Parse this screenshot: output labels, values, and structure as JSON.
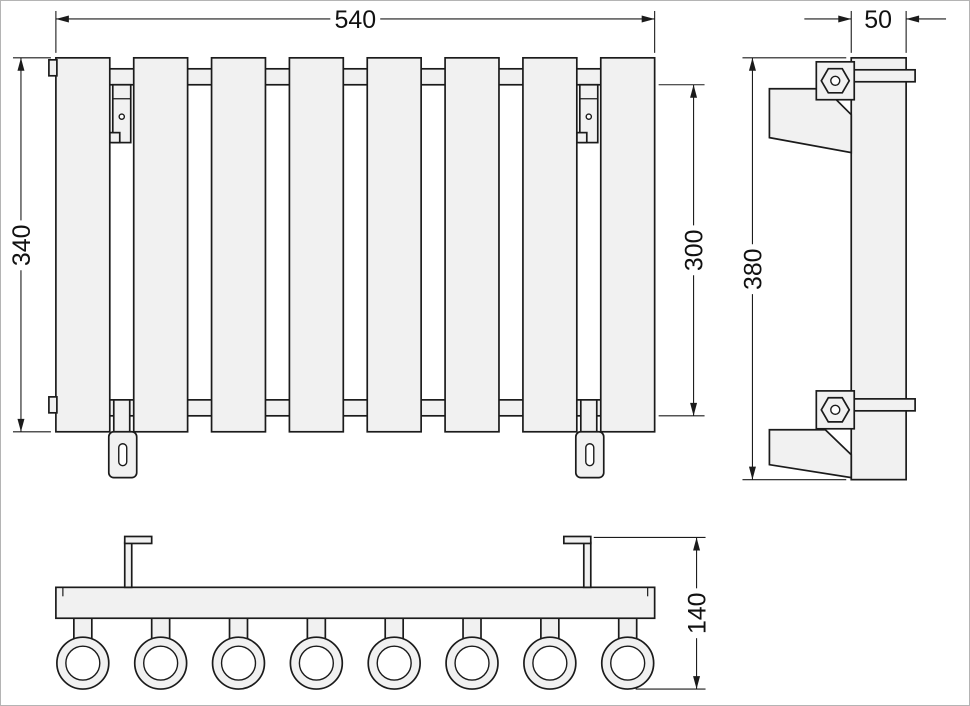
{
  "drawing": {
    "dimensions": {
      "front_width": "540",
      "front_height": "340",
      "front_inner_height": "300",
      "side_depth": "50",
      "side_height": "380",
      "bottom_height": "140"
    },
    "counts": {
      "front_slats": 8,
      "bottom_tubes": 8
    },
    "colors": {
      "line": "#1b1b1b",
      "part_fill": "#f1f1f1",
      "background": "#ffffff",
      "frame_border": "#b4b4b4"
    }
  }
}
